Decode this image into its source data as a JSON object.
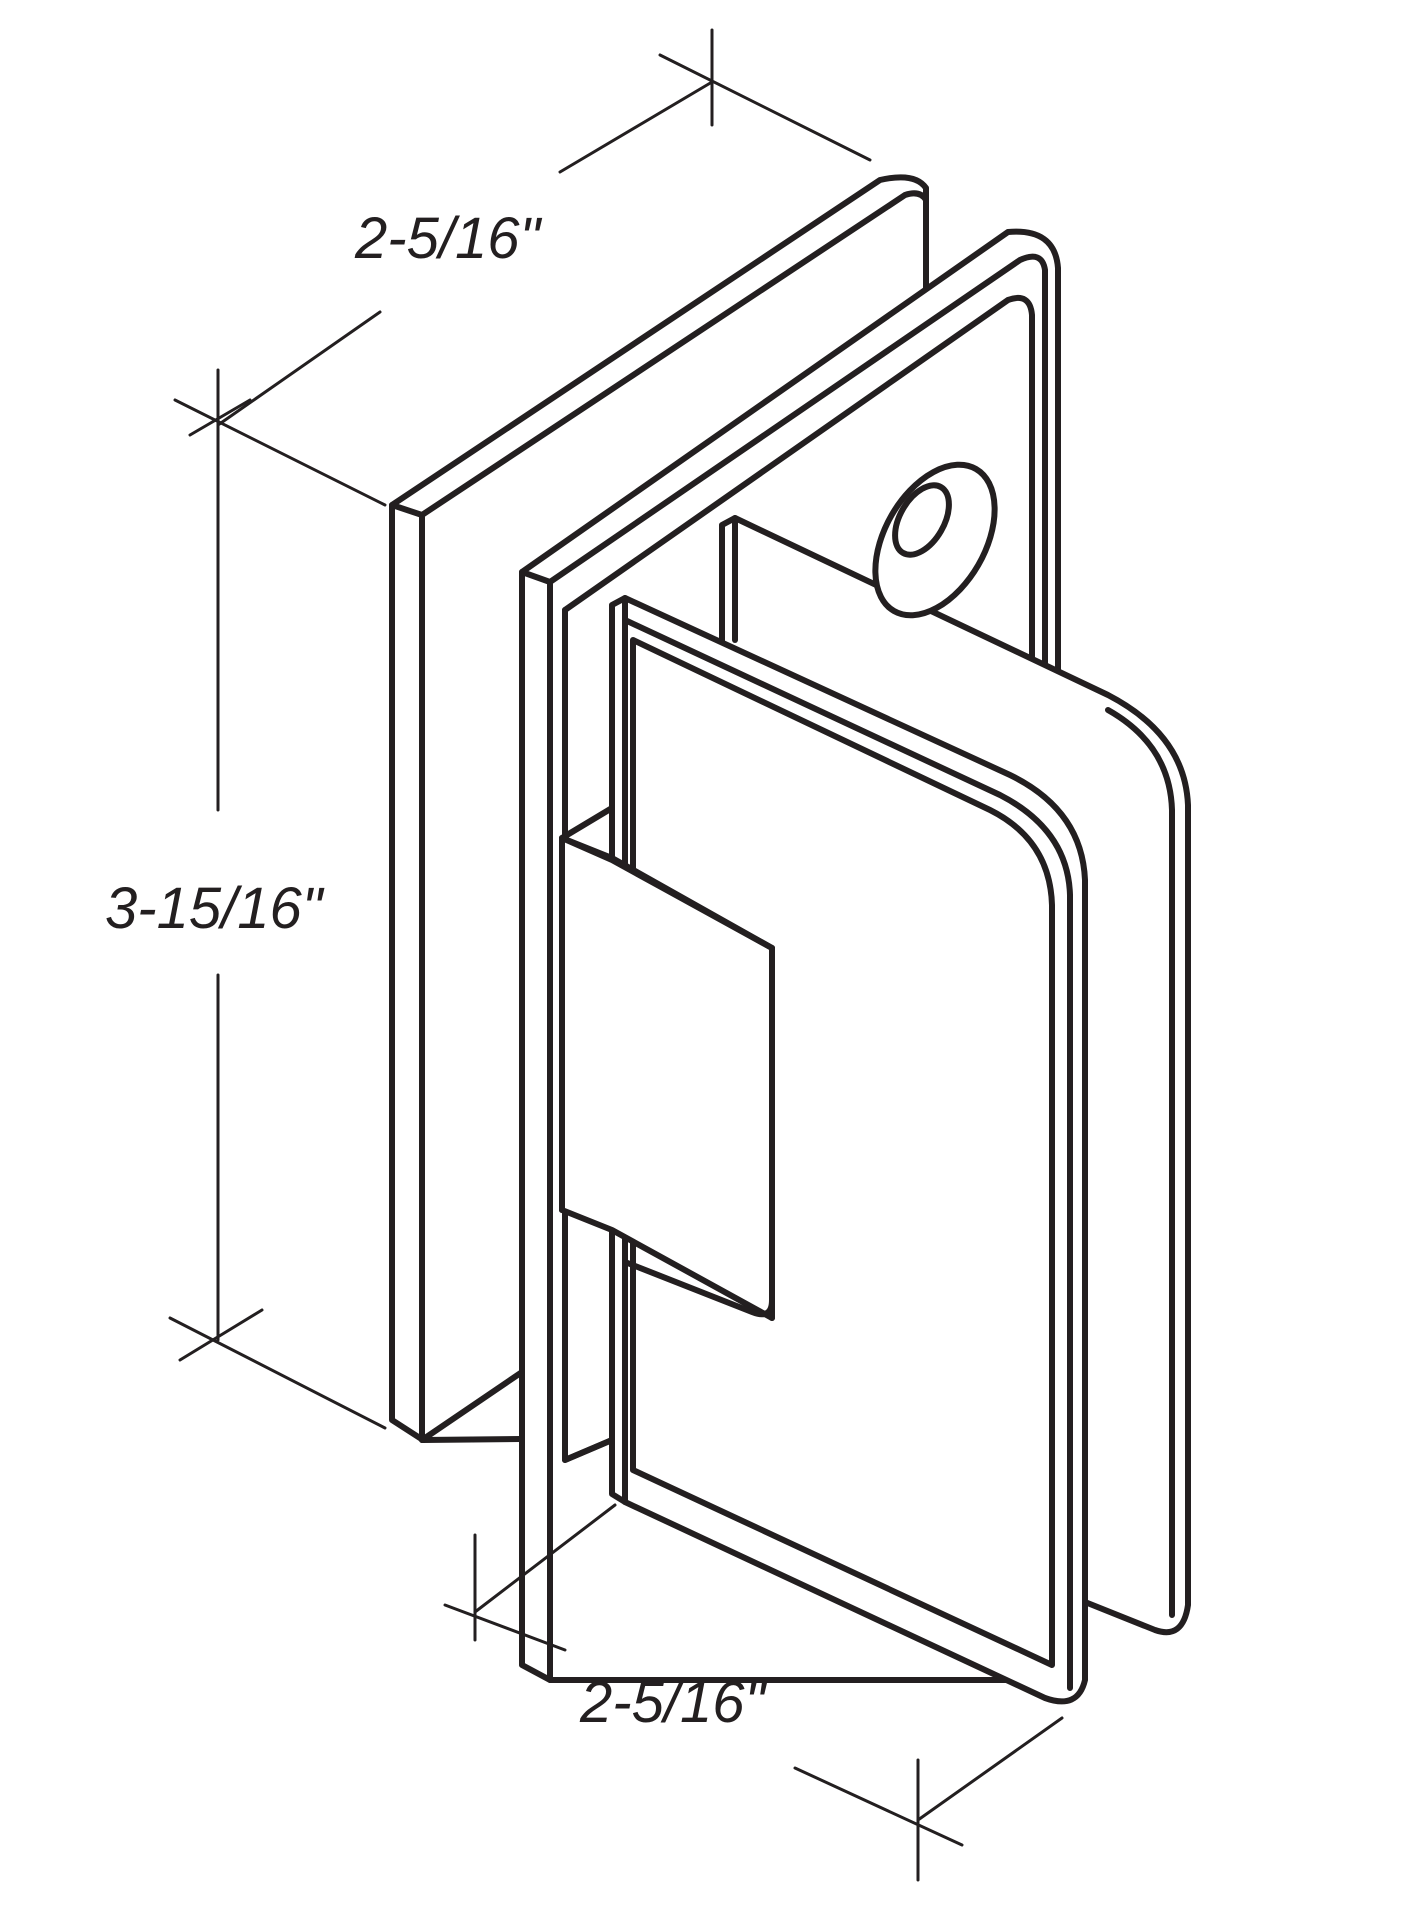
{
  "dimensions": {
    "top_depth": "2-5/16\"",
    "height": "3-15/16\"",
    "bottom_width": "2-5/16\""
  },
  "colors": {
    "line": "#231f20",
    "background": "#ffffff"
  }
}
